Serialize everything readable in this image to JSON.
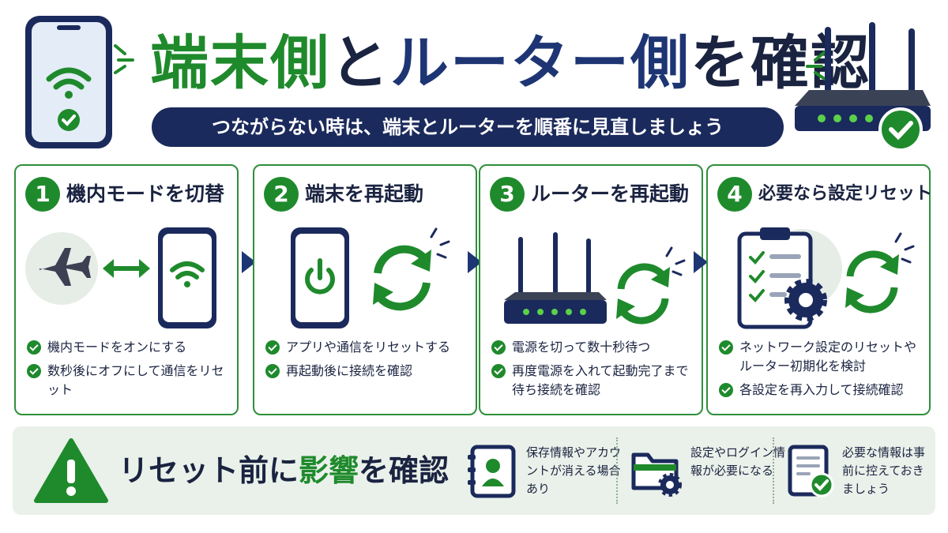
{
  "header": {
    "title_part1": "端末側",
    "title_part2": "と",
    "title_part3": "ルーター側",
    "title_part4": "を確認",
    "subtitle": "つながらない時は、端末とルーターを順番に見直しましょう"
  },
  "steps": [
    {
      "number": "1",
      "title": "機内モードを切替",
      "bullets": [
        "機内モードをオンにする",
        "数秒後にオフにして通信をリセット"
      ]
    },
    {
      "number": "2",
      "title": "端末を再起動",
      "bullets": [
        "アプリや通信をリセットする",
        "再起動後に接続を確認"
      ]
    },
    {
      "number": "3",
      "title": "ルーターを再起動",
      "bullets": [
        "電源を切って数十秒待つ",
        "再度電源を入れて起動完了まで待ち接続を確認"
      ]
    },
    {
      "number": "4",
      "title": "必要なら設定リセット",
      "bullets": [
        "ネットワーク設定のリセットやルーター初期化を検討",
        "各設定を再入力して接続確認"
      ]
    }
  ],
  "bottom": {
    "title_part1": "リセット前に",
    "title_part2": "影響",
    "title_part3": "を確認",
    "notes": [
      {
        "icon": "contact-book-icon",
        "text": "保存情報やアカウントが消える場合あり"
      },
      {
        "icon": "folder-gear-icon",
        "text": "設定やログイン情報が必要になる"
      },
      {
        "icon": "document-check-icon",
        "text": "必要な情報は事前に控えておきましょう"
      }
    ]
  },
  "colors": {
    "green": "#1f8a2c",
    "navy": "#1e3574",
    "dark": "#1a2340",
    "panel": "#eaf1ea"
  }
}
